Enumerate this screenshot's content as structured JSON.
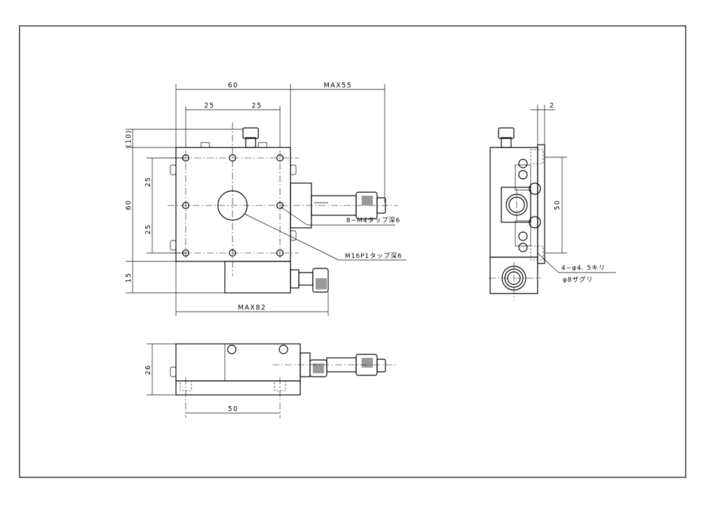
{
  "top_view": {
    "dim_width": "60",
    "dim_max_travel": "MAX55",
    "dim_pitch_left": "25",
    "dim_pitch_right": "25",
    "dim_knob_offset": "(10)",
    "dim_height": "60",
    "dim_pitch_upper": "25",
    "dim_pitch_lower": "25",
    "dim_block": "15",
    "dim_max_length": "MAX82",
    "note_tap_holes": "8−M4タップ深6",
    "note_center_tap": "M16P1タップ深6"
  },
  "side_view": {
    "dim_plate": "2",
    "dim_pitch": "50",
    "note_holes_line1": "4−φ4. 5キリ",
    "note_holes_line2": "φ8ザグリ"
  },
  "front_view": {
    "dim_height": "26",
    "dim_pitch": "50"
  }
}
